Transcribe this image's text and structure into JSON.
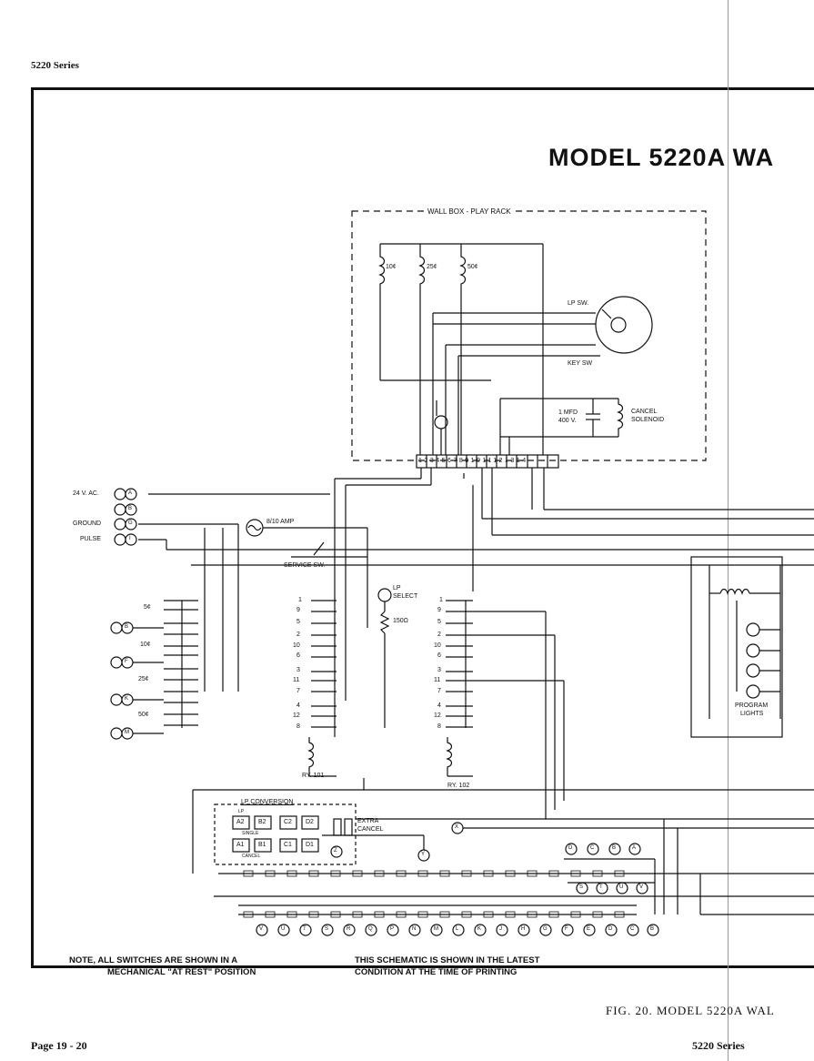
{
  "header": {
    "series": "5220 Series"
  },
  "title": "MODEL 5220A WA",
  "box_label": "WALL BOX - PLAY RACK",
  "coils": [
    "10¢",
    "25¢",
    "50¢"
  ],
  "switches": {
    "lp": "LP SW.",
    "key": "KEY SW",
    "service": "SERVICE SW."
  },
  "capacitor": {
    "value": "1 MFD",
    "voltage": "400 V."
  },
  "solenoid": [
    "CANCEL",
    "SOLENOID"
  ],
  "terminal_numbers": [
    "1",
    "2",
    "3",
    "4",
    "5",
    "6",
    "7",
    "8",
    "9",
    "10",
    "11",
    "12",
    "13",
    "14"
  ],
  "inputs": {
    "ac": "24 V. AC.",
    "ground": "GROUND",
    "pulse": "PULSE",
    "codes": [
      "A",
      "B",
      "G",
      "I"
    ]
  },
  "fuse": "8/10 AMP",
  "coin_labels": [
    "5¢",
    "10¢",
    "25¢",
    "50¢"
  ],
  "coin_codes": [
    "B",
    "F",
    "K",
    "M"
  ],
  "relay101": {
    "label": "RY. 101",
    "pins": [
      "1",
      "9",
      "5",
      "2",
      "10",
      "6",
      "3",
      "11",
      "7",
      "4",
      "12",
      "8"
    ]
  },
  "relay102": {
    "label": "RY. 102",
    "pins": [
      "1",
      "9",
      "5",
      "2",
      "10",
      "6",
      "3",
      "11",
      "7",
      "4",
      "12",
      "8"
    ]
  },
  "lp_select": [
    "LP",
    "SELECT"
  ],
  "resistor": "150Ω",
  "program_lights": [
    "PROGRAM",
    "LIGHTS"
  ],
  "conversion": {
    "title": "LP CONVERSION",
    "row_labels": [
      "LP",
      "SINGLE",
      "CANCEL"
    ],
    "top": [
      "A2",
      "B2",
      "C2",
      "D2"
    ],
    "bottom": [
      "A1",
      "B1",
      "C1",
      "D1"
    ]
  },
  "extra_cancel": [
    "EXTRA",
    "CANCEL"
  ],
  "small_codes": [
    "X",
    "Y",
    "Z"
  ],
  "row_top_codes": [
    "D",
    "C",
    "B",
    "A"
  ],
  "row_mid_codes": [
    "S",
    "T",
    "U",
    "V"
  ],
  "bottom_codes": [
    "V",
    "U",
    "T",
    "S",
    "R",
    "Q",
    "P",
    "N",
    "M",
    "L",
    "K",
    "J",
    "H",
    "G",
    "F",
    "E",
    "D",
    "C",
    "B"
  ],
  "notes": {
    "left": [
      "NOTE, ALL SWITCHES ARE SHOWN IN A",
      "MECHANICAL \"AT REST\" POSITION"
    ],
    "right": [
      "THIS SCHEMATIC IS SHOWN IN THE LATEST",
      "CONDITION AT THE TIME OF PRINTING"
    ]
  },
  "caption": "FIG. 20. MODEL 5220A WAL",
  "footer": {
    "page": "Page   19 - 20",
    "series": "5220 Series"
  }
}
